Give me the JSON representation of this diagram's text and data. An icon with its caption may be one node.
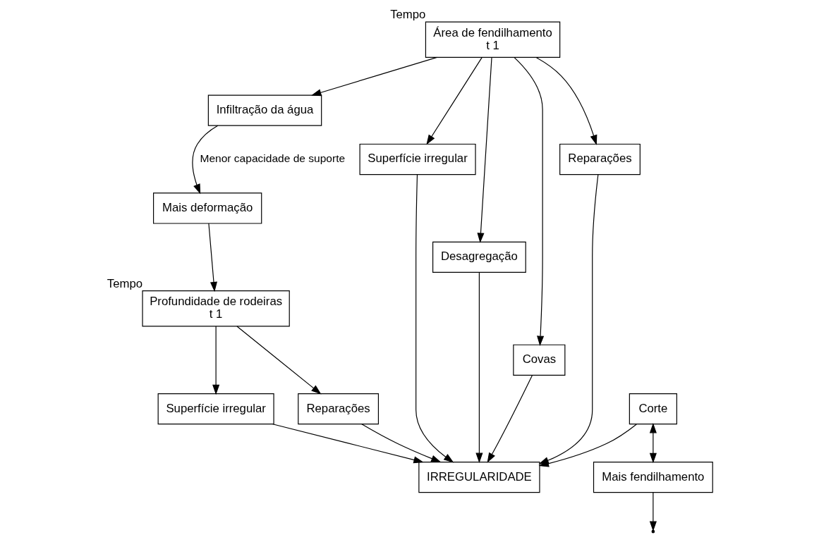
{
  "diagram": {
    "nodes": [
      {
        "text": [
          "Área de fendilhamento",
          "t 1"
        ],
        "beside": [
          "Tempo"
        ]
      },
      {
        "text": [
          "Profundidade de rodeiras",
          "t 1"
        ],
        "beside": [
          "Tempo"
        ]
      },
      {
        "text": [
          "Infiltração da água"
        ]
      },
      {
        "text": [
          "Mais deformação"
        ]
      },
      {
        "text": [
          "Superfície irregular"
        ]
      },
      {
        "text": [
          "Desagregação"
        ]
      },
      {
        "text": [
          "Covas"
        ]
      },
      {
        "text": [
          "Reparações"
        ]
      },
      {
        "text": [
          "IRREGULARIDADE"
        ]
      },
      {
        "text": [
          "Superfície irregular"
        ]
      },
      {
        "text": [
          "Corte"
        ]
      },
      {
        "text": [
          "Reparações"
        ]
      },
      {
        "text": [
          "Mais fendilhamento"
        ]
      }
    ],
    "edges": [
      {
        "from": 0,
        "to": 2,
        "arrow": "to"
      },
      {
        "from": 2,
        "to": 3,
        "arrow": "to",
        "label": "Menor capacidade de suporte"
      },
      {
        "from": 3,
        "to": 1,
        "arrow": "to"
      },
      {
        "from": 0,
        "to": 4,
        "arrow": "to"
      },
      {
        "from": 0,
        "to": 5,
        "arrow": "to"
      },
      {
        "from": 0,
        "to": 6,
        "arrow": "to"
      },
      {
        "from": 0,
        "to": 7,
        "arrow": "to"
      },
      {
        "from": 4,
        "to": 8,
        "arrow": "to"
      },
      {
        "from": 5,
        "to": 8,
        "arrow": "to"
      },
      {
        "from": 6,
        "to": 8,
        "arrow": "to"
      },
      {
        "from": 7,
        "to": 8,
        "arrow": "to"
      },
      {
        "from": 1,
        "to": 9,
        "arrow": "to"
      },
      {
        "from": 1,
        "to": 11,
        "arrow": "to"
      },
      {
        "from": 9,
        "to": 8,
        "arrow": "to"
      },
      {
        "from": 10,
        "to": 8,
        "arrow": "to"
      },
      {
        "from": 11,
        "to": 8,
        "arrow": "to"
      },
      {
        "from": 10,
        "to": 12,
        "arrow": "both"
      },
      {
        "from": 12,
        "to": null,
        "arrow": "to"
      }
    ]
  }
}
